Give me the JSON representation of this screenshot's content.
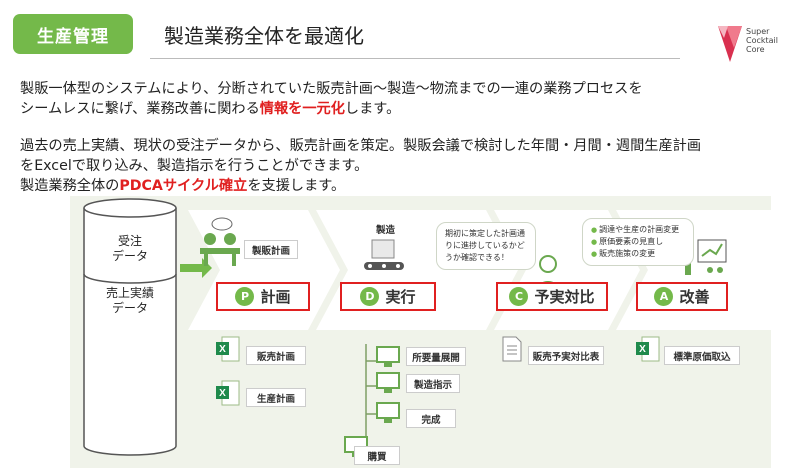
{
  "header": {
    "badge": "生産管理",
    "title": "製造業務全体を最適化",
    "logo_lines": [
      "Super",
      "Cocktail",
      "Core"
    ]
  },
  "intro": {
    "line1": "製販一体型のシステムにより、分断されていた販売計画～製造～物流までの一連の業務プロセスを",
    "line2_a": "シームレスに繋げ、業務改善に関わる",
    "line2_red": "情報を一元化",
    "line2_b": "します。",
    "line3": "過去の売上実績、現状の受注データから、販売計画を策定。製販会議で検討した年間・月間・週間生産計画",
    "line4": "をExcelで取り込み、製造指示を行うことができます。",
    "line5_a": "製造業務全体の",
    "line5_red": "PDCAサイクル確立",
    "line5_b": "を支援します。"
  },
  "diagram": {
    "data_sources": [
      {
        "lines": [
          "受注",
          "データ"
        ]
      },
      {
        "lines": [
          "売上実績",
          "データ"
        ]
      }
    ],
    "meeting_label": "製販計画",
    "manufacturing_label": "製造",
    "check_bubble": [
      "期初に策定した計画通",
      "りに進捗しているかど",
      "うか確認できる！"
    ],
    "act_bubble": [
      "調達や生産の計画変更",
      "原価要素の見直し",
      "販売施策の変更"
    ],
    "phases": [
      {
        "letter": "P",
        "label": "計画"
      },
      {
        "letter": "D",
        "label": "実行"
      },
      {
        "letter": "C",
        "label": "予実対比"
      },
      {
        "letter": "A",
        "label": "改善"
      }
    ],
    "plan_docs": [
      "販売計画",
      "生産計画"
    ],
    "do_docs": [
      "所要量展開",
      "製造指示",
      "完成",
      "購買"
    ],
    "check_doc": "販売予実対比表",
    "act_doc": "標準原価取込"
  },
  "colors": {
    "accent_green": "#74b94a",
    "highlight_red": "#e02020",
    "diagram_bg": "#f0f3ea",
    "excel_green": "#1f8a4c",
    "logo_red": "#d9304f"
  }
}
